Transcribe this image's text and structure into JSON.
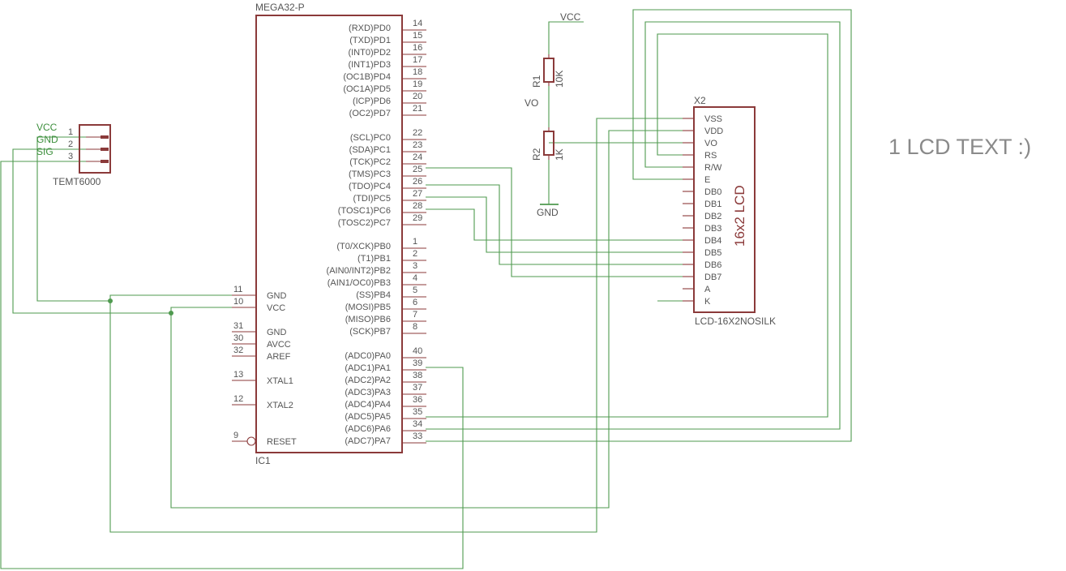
{
  "ic1": {
    "value": "MEGA32-P",
    "name": "IC1",
    "right_pins": [
      {
        "label": "(RXD)PD0",
        "num": "14"
      },
      {
        "label": "(TXD)PD1",
        "num": "15"
      },
      {
        "label": "(INT0)PD2",
        "num": "16"
      },
      {
        "label": "(INT1)PD3",
        "num": "17"
      },
      {
        "label": "(OC1B)PD4",
        "num": "18"
      },
      {
        "label": "(OC1A)PD5",
        "num": "19"
      },
      {
        "label": "(ICP)PD6",
        "num": "20"
      },
      {
        "label": "(OC2)PD7",
        "num": "21"
      },
      {
        "label": "(SCL)PC0",
        "num": "22"
      },
      {
        "label": "(SDA)PC1",
        "num": "23"
      },
      {
        "label": "(TCK)PC2",
        "num": "24"
      },
      {
        "label": "(TMS)PC3",
        "num": "25"
      },
      {
        "label": "(TDO)PC4",
        "num": "26"
      },
      {
        "label": "(TDI)PC5",
        "num": "27"
      },
      {
        "label": "(TOSC1)PC6",
        "num": "28"
      },
      {
        "label": "(TOSC2)PC7",
        "num": "29"
      },
      {
        "label": "(T0/XCK)PB0",
        "num": "1"
      },
      {
        "label": "(T1)PB1",
        "num": "2"
      },
      {
        "label": "(AIN0/INT2)PB2",
        "num": "3"
      },
      {
        "label": "(AIN1/OC0)PB3",
        "num": "4"
      },
      {
        "label": "(SS)PB4",
        "num": "5"
      },
      {
        "label": "(MOSI)PB5",
        "num": "6"
      },
      {
        "label": "(MISO)PB6",
        "num": "7"
      },
      {
        "label": "(SCK)PB7",
        "num": "8"
      },
      {
        "label": "(ADC0)PA0",
        "num": "40"
      },
      {
        "label": "(ADC1)PA1",
        "num": "39"
      },
      {
        "label": "(ADC2)PA2",
        "num": "38"
      },
      {
        "label": "(ADC3)PA3",
        "num": "37"
      },
      {
        "label": "(ADC4)PA4",
        "num": "36"
      },
      {
        "label": "(ADC5)PA5",
        "num": "35"
      },
      {
        "label": "(ADC6)PA6",
        "num": "34"
      },
      {
        "label": "(ADC7)PA7",
        "num": "33"
      }
    ],
    "left_pins": [
      {
        "label": "GND",
        "num": "11"
      },
      {
        "label": "VCC",
        "num": "10"
      },
      {
        "label": "GND",
        "num": "31"
      },
      {
        "label": "AVCC",
        "num": "30"
      },
      {
        "label": "AREF",
        "num": "32"
      },
      {
        "label": "XTAL1",
        "num": "13"
      },
      {
        "label": "XTAL2",
        "num": "12"
      },
      {
        "label": "RESET",
        "num": "9"
      }
    ]
  },
  "lcd": {
    "name": "X2",
    "value": "LCD-16X2NOSILK",
    "title": "16x2 LCD",
    "pins": [
      "VSS",
      "VDD",
      "VO",
      "RS",
      "R/W",
      "E",
      "DB0",
      "DB1",
      "DB2",
      "DB3",
      "DB4",
      "DB5",
      "DB6",
      "DB7",
      "A",
      "K"
    ]
  },
  "sensor": {
    "name": "TEMT6000",
    "pins": [
      {
        "num": "1",
        "signal": "VCC"
      },
      {
        "num": "2",
        "signal": "GND"
      },
      {
        "num": "3",
        "signal": "SIG"
      }
    ]
  },
  "r1": {
    "name": "R1",
    "value": "10K"
  },
  "r2": {
    "name": "R2",
    "value": "1K"
  },
  "supply_vcc": "VCC",
  "supply_gnd": "GND",
  "net_vo": "VO",
  "note": "1 LCD TEXT :)"
}
